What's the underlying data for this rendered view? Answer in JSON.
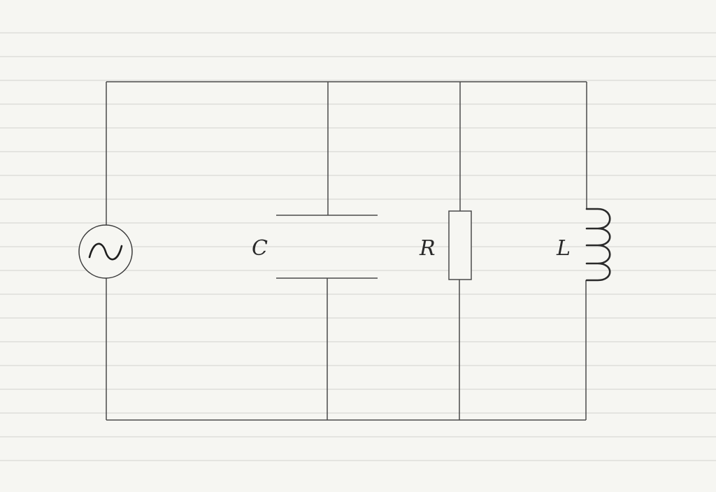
{
  "diagram": {
    "type": "circuit",
    "components": [
      {
        "id": "source",
        "kind": "ac-voltage-source",
        "label": ""
      },
      {
        "id": "capacitor",
        "kind": "capacitor",
        "label": "C"
      },
      {
        "id": "resistor",
        "kind": "resistor",
        "label": "R"
      },
      {
        "id": "inductor",
        "kind": "inductor",
        "label": "L"
      }
    ],
    "connection": "parallel",
    "colors": {
      "paper": "#f6f6f2",
      "rule": "#d9dad6",
      "ink": "#4a4a4a"
    }
  }
}
